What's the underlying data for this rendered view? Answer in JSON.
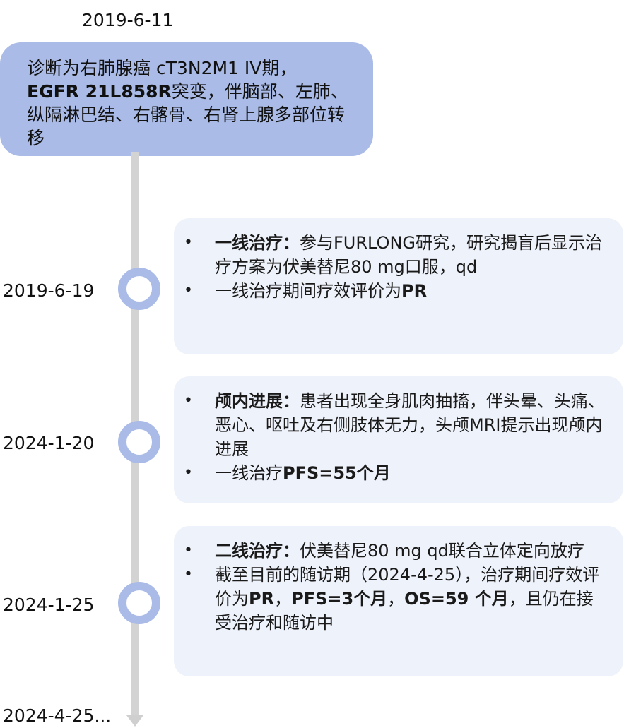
{
  "dates": {
    "d1": "2019-6-11",
    "d2": "2019-6-19",
    "d3": "2024-1-20",
    "d4": "2024-1-25",
    "d5": "2024-4-25..."
  },
  "diagnosis": {
    "line1": "诊断为右肺腺癌 cT3N2M1 IV期，",
    "mutation": "EGFR 21L858R",
    "line2_rest": "突变，伴脑部、左肺、纵隔淋巴结、右髂骨、右肾上腺多部位转移"
  },
  "event1": {
    "b1_bold": "一线治疗：",
    "b1_text": "参与FURLONG研究，研究揭盲后显示治疗方案为伏美替尼80 mg口服，qd",
    "b2_text": "一线治疗期间疗效评价为",
    "b2_bold": "PR"
  },
  "event2": {
    "b1_bold": "颅内进展：",
    "b1_text": "患者出现全身肌肉抽搐，伴头晕、头痛、恶心、呕吐及右侧肢体无力，头颅MRI提示出现颅内进展",
    "b2_text": "一线治疗",
    "b2_bold": "PFS=55个月"
  },
  "event3": {
    "b1_bold": "二线治疗：",
    "b1_text": "伏美替尼80 mg qd联合立体定向放疗",
    "b2_text1": "截至目前的随访期（2024-4-25），治疗期间疗效评价为",
    "b2_bold1": "PR",
    "b2_sep1": "，",
    "b2_bold2": "PFS=3个月",
    "b2_sep2": "，",
    "b2_bold3": "OS=59 个月",
    "b2_text2": "，且仍在接受治疗和随访中"
  },
  "colors": {
    "accent_blue": "#a9bbe6",
    "card_bg": "#eef2fa",
    "axis_gray": "#d3d3d3"
  }
}
